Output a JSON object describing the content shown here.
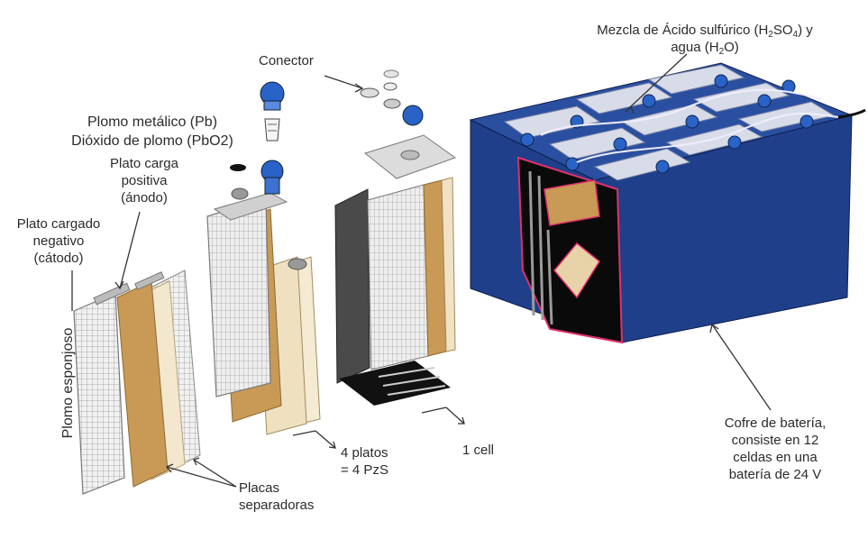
{
  "labels": {
    "mezcla_line1_pre": "Mezcla de Ácido sulfúrico (H",
    "sub_2a": "2",
    "mezcla_so": "SO",
    "sub_4": "4",
    "mezcla_line1_post": ") y",
    "mezcla_line2_pre": "agua (H",
    "sub_2b": "2",
    "mezcla_line2_post": "O)",
    "conector": "Conector",
    "plomo_metalico": "Plomo metálico (Pb)",
    "dioxido": "Dióxido de plomo (PbO2)",
    "plato_pos_1": "Plato carga",
    "plato_pos_2": "positiva",
    "plato_pos_3": "(ánodo)",
    "plato_neg_1": "Plato cargado",
    "plato_neg_2": "negativo",
    "plato_neg_3": "(cátodo)",
    "plomo_esponjoso": "Plomo esponjoso",
    "placas_1": "Placas",
    "placas_2": "separadoras",
    "platos_1": "4 platos",
    "platos_2": "= 4 PzS",
    "cell": "1 cell",
    "cofre_1": "Cofre de batería,",
    "cofre_2": "consiste en 12",
    "cofre_3": "celdas en una",
    "cofre_4": "batería de 24 V"
  },
  "colors": {
    "case_blue": "#1f3f8a",
    "case_dark": "#142a66",
    "plate_tan": "#c89a55",
    "plate_grid": "#e6e6e6",
    "cap_blue": "#2a63c8",
    "cutaway_red": "#e0306b"
  }
}
